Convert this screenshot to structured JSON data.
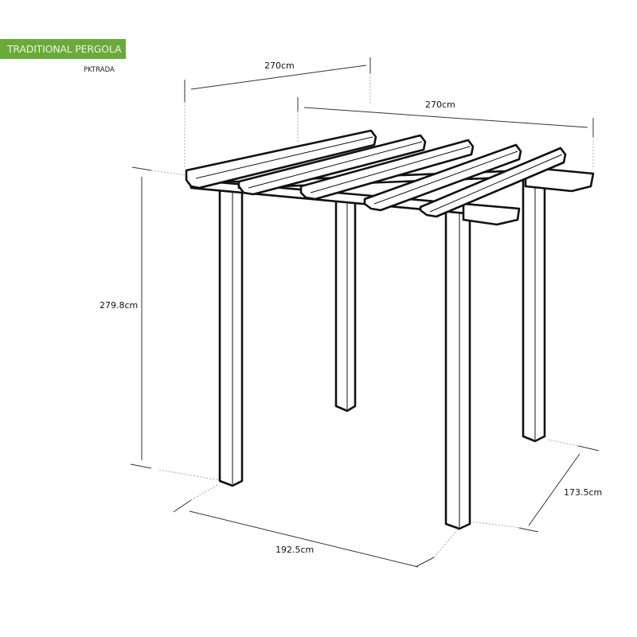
{
  "header": {
    "title": "TRADITIONAL PERGOLA",
    "product_code": "PKTRADA",
    "accent_color": "#6aaa3a"
  },
  "dimensions": {
    "top_back_width": "270cm",
    "top_side_depth": "270cm",
    "height": "279.8cm",
    "base_width": "192.5cm",
    "base_depth": "173.5cm"
  },
  "illustration": {
    "subject": "pergola-line-drawing",
    "posts": 4,
    "rafters": 5,
    "cross_beams": 2
  }
}
